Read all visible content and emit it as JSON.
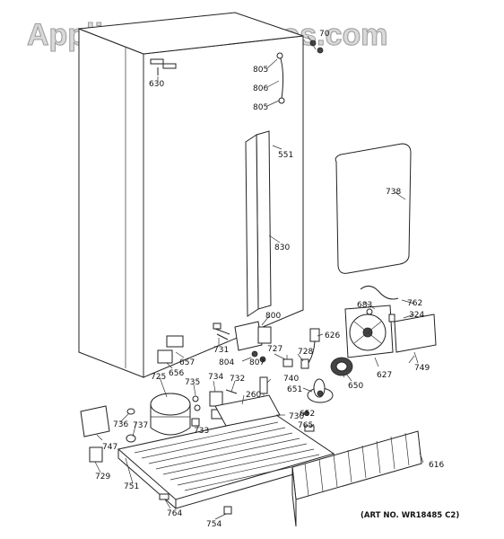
{
  "watermark": "AppliancePartsPros.com",
  "art_number": "(ART NO. WR18485 C2)",
  "labels": {
    "p70": "70",
    "p630": "630",
    "p805a": "805",
    "p806": "806",
    "p805b": "805",
    "p551": "551",
    "p738": "738",
    "p830": "830",
    "p762": "762",
    "p683": "683",
    "p324": "324",
    "p800": "800",
    "p731": "731",
    "p657": "657",
    "p656": "656",
    "p804": "804",
    "p807": "807",
    "p727": "727",
    "p728": "728",
    "p626": "626",
    "p725": "725",
    "p734": "734",
    "p732": "732",
    "p740": "740",
    "p651": "651",
    "p650": "650",
    "p627": "627",
    "p749": "749",
    "p735": "735",
    "p260": "260",
    "p652": "652",
    "p736": "736",
    "p737": "737",
    "p733": "733",
    "p730": "730",
    "p765": "765",
    "p747": "747",
    "p616": "616",
    "p729": "729",
    "p751": "751",
    "p764": "764",
    "p754": "754"
  }
}
